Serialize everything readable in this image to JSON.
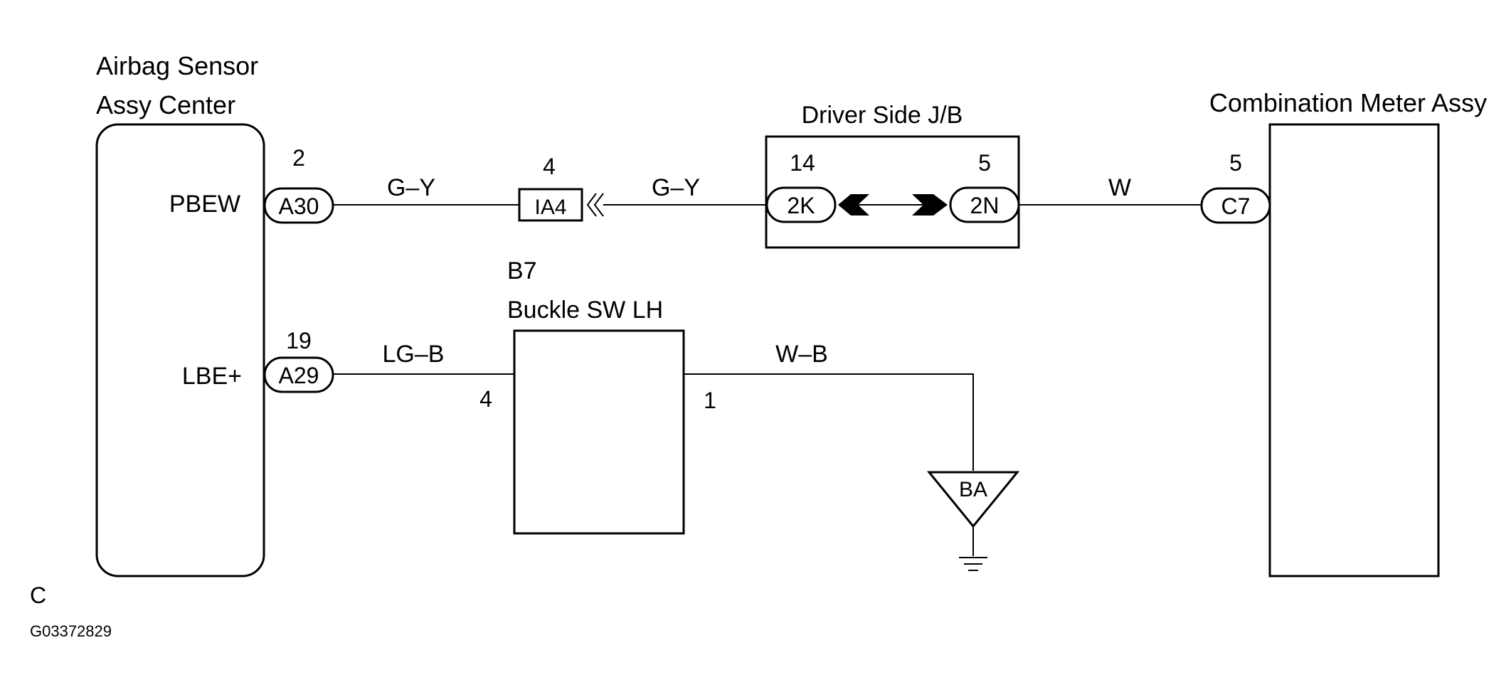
{
  "components": {
    "airbag_sensor": {
      "title_line1": "Airbag Sensor",
      "title_line2": "Assy Center",
      "pins": [
        {
          "name": "PBEW",
          "pin": "2",
          "connector": "A30"
        },
        {
          "name": "LBE+",
          "pin": "19",
          "connector": "A29"
        }
      ]
    },
    "junction_block": {
      "title": "Driver Side J/B",
      "left_pin": "14",
      "left_connector": "2K",
      "right_pin": "5",
      "right_connector": "2N"
    },
    "inline_connector": {
      "pin": "4",
      "id": "IA4"
    },
    "combination_meter": {
      "title": "Combination Meter Assy",
      "pin": "5",
      "connector": "C7"
    },
    "buckle_switch": {
      "id": "B7",
      "title": "Buckle SW LH",
      "left_pin": "4",
      "right_pin": "1"
    },
    "ground": {
      "label": "BA"
    }
  },
  "wires": {
    "w1": "G–Y",
    "w2": "G–Y",
    "w3": "W",
    "w4": "LG–B",
    "w5": "W–B"
  },
  "footer": {
    "code": "C",
    "figure_id": "G03372829"
  }
}
